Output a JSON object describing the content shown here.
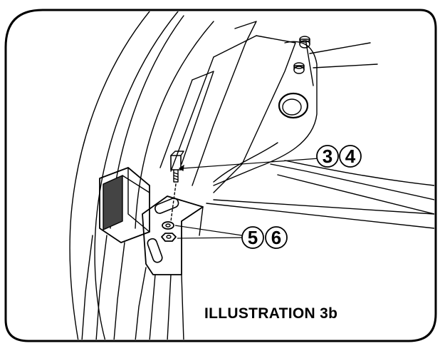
{
  "illustration": {
    "caption": "ILLUSTRATION 3b"
  },
  "callouts": [
    {
      "id": "3",
      "label": "3"
    },
    {
      "id": "4",
      "label": "4"
    },
    {
      "id": "5",
      "label": "5"
    },
    {
      "id": "6",
      "label": "6"
    }
  ],
  "colors": {
    "stroke": "#000000",
    "background": "#ffffff",
    "shade": "#444444"
  }
}
